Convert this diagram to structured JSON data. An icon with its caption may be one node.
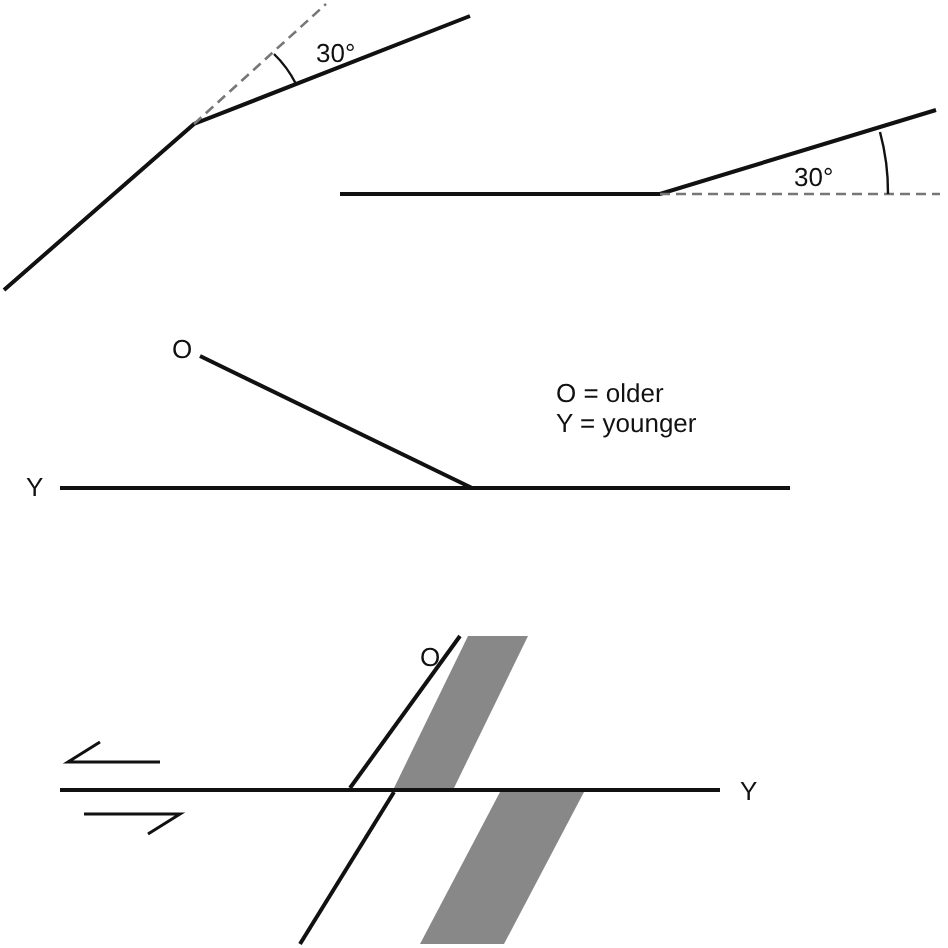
{
  "diagram": {
    "labels": [
      "30°",
      "30°",
      "O",
      "O = older",
      "Y = younger",
      "Y",
      "O",
      "Y"
    ]
  }
}
